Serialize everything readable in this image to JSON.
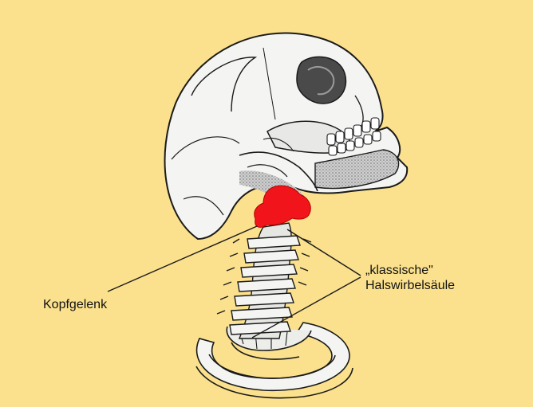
{
  "labels": {
    "kopfgelenk": "Kopfgelenk",
    "halswirbelsaeule_line1": "„klassische\"",
    "halswirbelsaeule_line2": "Halswirbelsäule"
  },
  "colors": {
    "background": "#FBE18D",
    "highlight": "#F2141B",
    "bone": "#F4F4F2",
    "outline": "#1A1A1A",
    "shading": "#8A8A8A"
  }
}
